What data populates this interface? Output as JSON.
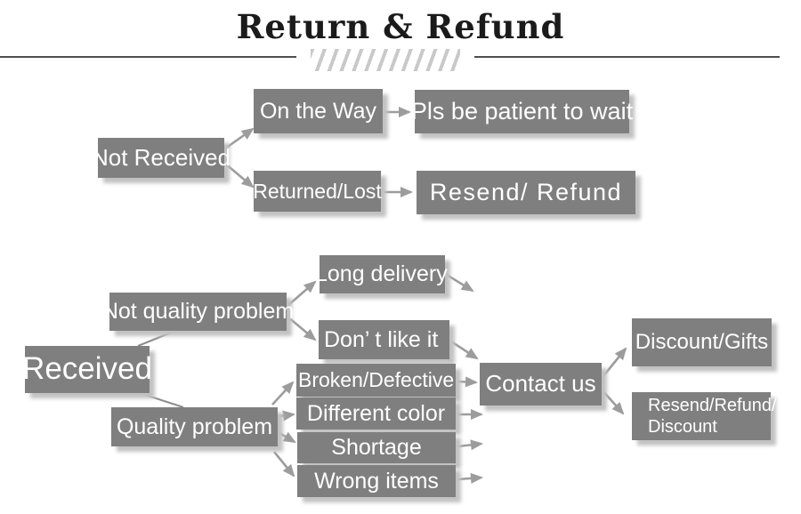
{
  "title": "Return & Refund",
  "colors": {
    "node_fill": "#7f7f7f",
    "node_text": "#ffffff",
    "arrow": "#9c9c9c",
    "title_text": "#1b1b1b",
    "divider_line": "#4f4f4f",
    "hatch_marks": "#c9c9c9",
    "background": "#ffffff"
  },
  "flowchart": {
    "nodes": {
      "not_received": {
        "label": "Not Received"
      },
      "on_the_way": {
        "label": "On the Way"
      },
      "pls_be_patient": {
        "label": "Pls be patient to wait"
      },
      "returned_lost": {
        "label": "Returned/Lost"
      },
      "resend_refund": {
        "label": "Resend/ Refund"
      },
      "received": {
        "label": "Received"
      },
      "not_quality_problem": {
        "label": "Not quality problem"
      },
      "long_delivery": {
        "label": "Long delivery"
      },
      "dont_like_it": {
        "label": "Don’ t like it"
      },
      "quality_problem": {
        "label": "Quality problem"
      },
      "broken_defective": {
        "label": "Broken/Defective"
      },
      "different_color": {
        "label": "Different color"
      },
      "shortage": {
        "label": "Shortage"
      },
      "wrong_items": {
        "label": "Wrong items"
      },
      "contact_us": {
        "label": "Contact us"
      },
      "discount_gifts": {
        "label": "Discount/Gifts"
      },
      "resend_refund_discount": {
        "lines": [
          "Resend/Refund/",
          "Discount"
        ]
      }
    },
    "connections": [
      {
        "from": "Not Received",
        "to": "On the Way"
      },
      {
        "from": "Not Received",
        "to": "Returned/Lost"
      },
      {
        "from": "On the Way",
        "to": "Pls be patient to wait"
      },
      {
        "from": "Returned/Lost",
        "to": "Resend/ Refund"
      },
      {
        "from": "Received",
        "to": "Not quality problem"
      },
      {
        "from": "Received",
        "to": "Quality problem"
      },
      {
        "from": "Not quality problem",
        "to": "Long delivery"
      },
      {
        "from": "Not quality problem",
        "to": "Don’ t like it"
      },
      {
        "from": "Don’ t like it",
        "to": "Contact us"
      },
      {
        "from": "Quality problem",
        "to": "Broken/Defective"
      },
      {
        "from": "Quality problem",
        "to": "Different color"
      },
      {
        "from": "Quality problem",
        "to": "Shortage"
      },
      {
        "from": "Quality problem",
        "to": "Wrong items"
      },
      {
        "from": "Broken/Defective",
        "to": "Contact us"
      },
      {
        "from": "Contact us",
        "to": "Discount/Gifts"
      },
      {
        "from": "Contact us",
        "to": "Resend/Refund/Discount"
      }
    ]
  }
}
